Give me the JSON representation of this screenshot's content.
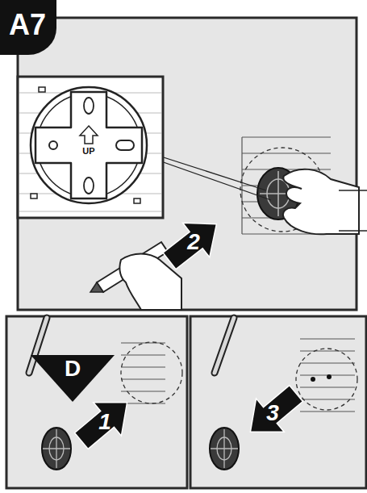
{
  "diagram": {
    "labels": [
      "A7",
      "UP",
      "2",
      "D",
      "1",
      "3"
    ]
  }
}
